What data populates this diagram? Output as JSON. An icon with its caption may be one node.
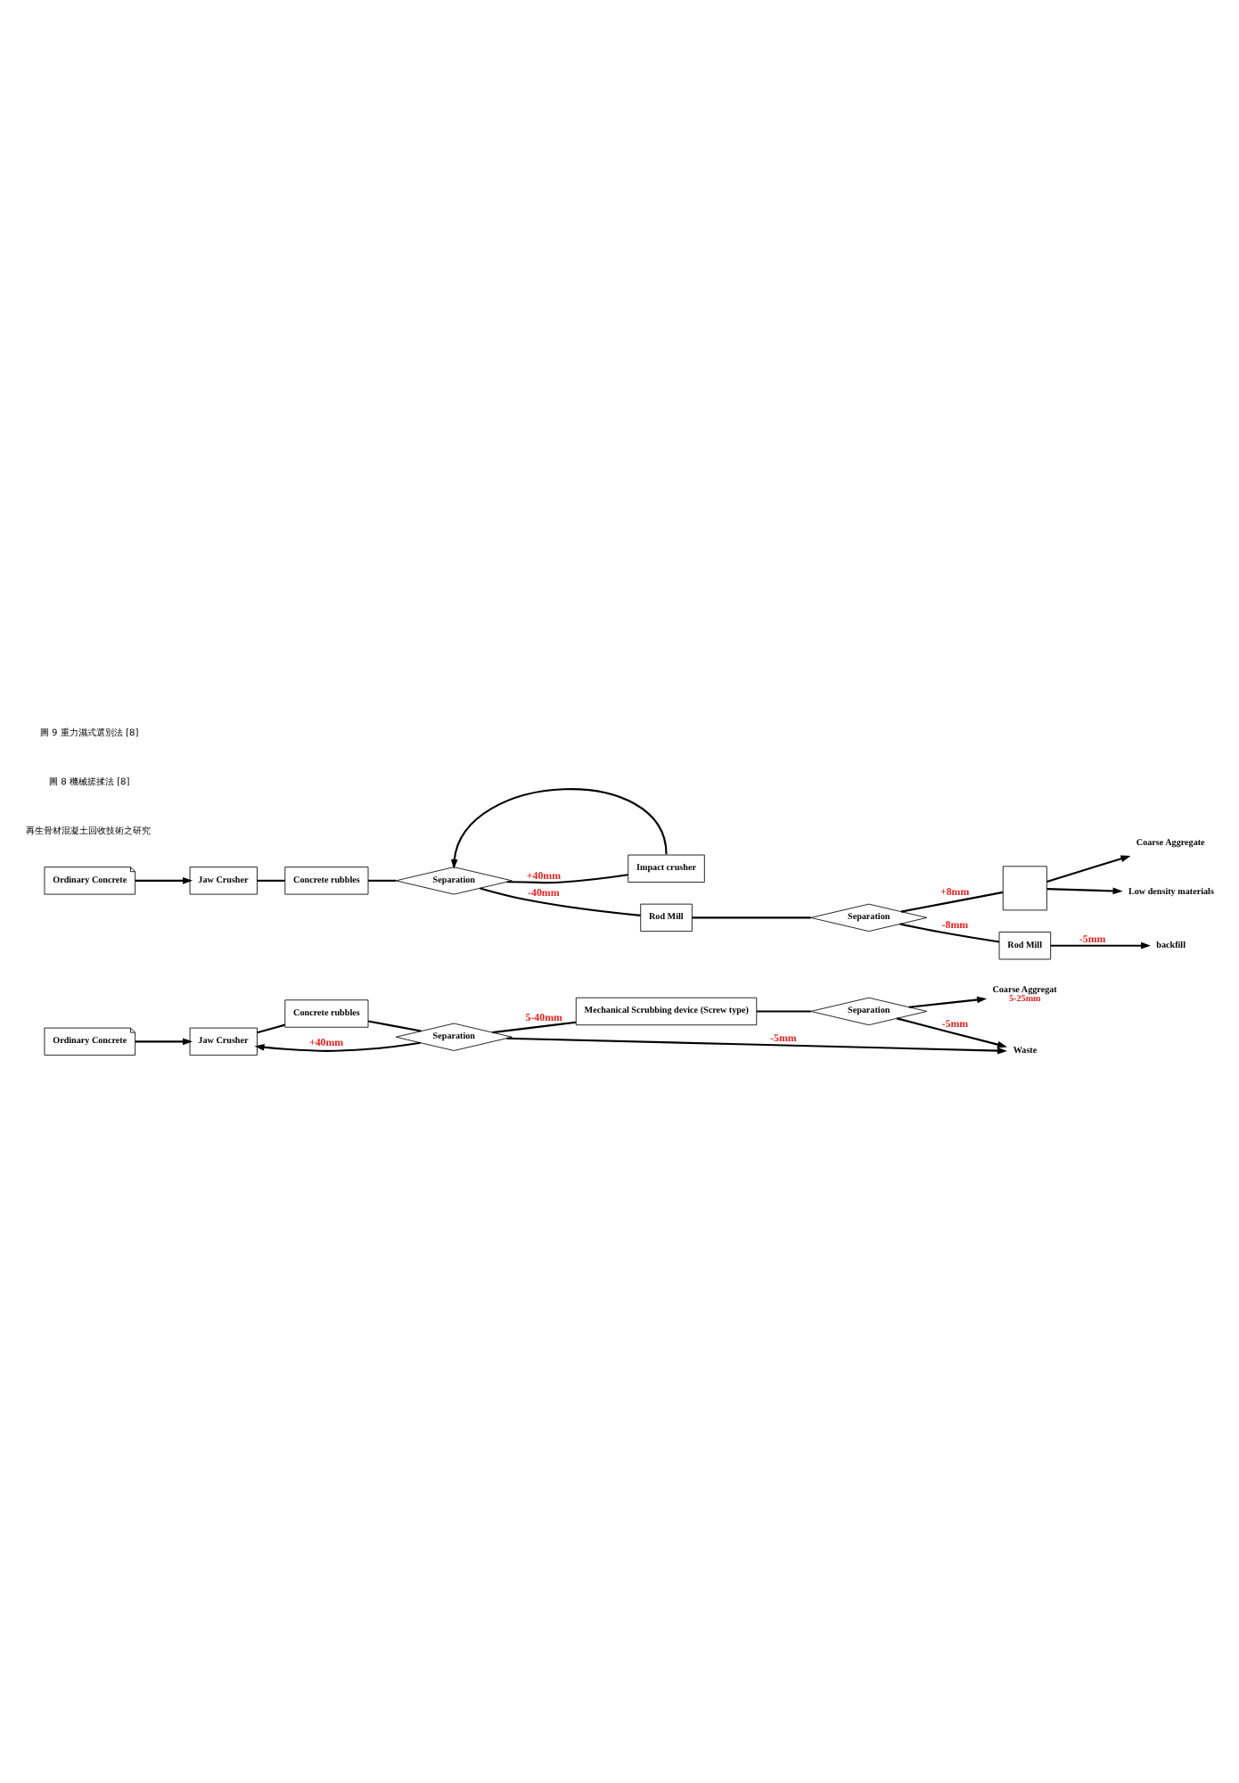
{
  "diagram": {
    "nodes": [
      {
        "text": [
          "Ordinary Concrete"
        ]
      },
      {
        "text": [
          "Jaw Crusher"
        ]
      },
      {
        "text": [
          "Concrete rubbles"
        ]
      },
      {
        "text": [
          "Separation"
        ]
      },
      {
        "text": [
          "Mechanical Scrubbing device (Screw type)"
        ]
      },
      {
        "text": [
          "Separation"
        ]
      },
      {
        "text": [
          "Coarse Aggregat"
        ],
        "beside": [
          "5-25mm"
        ]
      },
      {
        "text": [
          "Waste"
        ]
      },
      {
        "text": [
          "Ordinary Concrete"
        ]
      },
      {
        "text": [
          "Jaw Crusher"
        ]
      },
      {
        "text": [
          "Concrete rubbles"
        ]
      },
      {
        "text": [
          "Separation"
        ]
      },
      {
        "text": [
          "Impact crusher"
        ]
      },
      {
        "text": [
          "Rod Mill"
        ]
      },
      {
        "text": [
          "Separation"
        ]
      },
      {
        "text": [],
        "shape": "box"
      },
      {
        "text": [
          "Coarse Aggregate"
        ]
      },
      {
        "text": [
          "Low density materials"
        ]
      },
      {
        "text": [
          "Rod Mill"
        ]
      },
      {
        "text": [
          "backfill"
        ]
      }
    ],
    "edges": [
      {
        "from": 0,
        "to": 1,
        "arrow": "to"
      },
      {
        "from": 1,
        "to": 2,
        "arrow": "none"
      },
      {
        "from": 2,
        "to": 3,
        "arrow": "none"
      },
      {
        "from": 3,
        "to": 1,
        "arrow": "to",
        "label": "+40mm"
      },
      {
        "from": 3,
        "to": 4,
        "arrow": "none",
        "label": "5-40mm"
      },
      {
        "from": 3,
        "to": 7,
        "arrow": "to",
        "label": "-5mm"
      },
      {
        "from": 4,
        "to": 5,
        "arrow": "none"
      },
      {
        "from": 5,
        "to": 6,
        "arrow": "to"
      },
      {
        "from": 5,
        "to": 7,
        "arrow": "to",
        "label": "-5mm"
      },
      {
        "from": 8,
        "to": 9,
        "arrow": "to"
      },
      {
        "from": 9,
        "to": 10,
        "arrow": "none"
      },
      {
        "from": 10,
        "to": 11,
        "arrow": "none"
      },
      {
        "from": 11,
        "to": 12,
        "arrow": "none",
        "label": "+40mm"
      },
      {
        "from": 12,
        "to": 11,
        "arrow": "to"
      },
      {
        "from": 11,
        "to": 13,
        "arrow": "none",
        "label": "-40mm"
      },
      {
        "from": 13,
        "to": 14,
        "arrow": "none"
      },
      {
        "from": 14,
        "to": 15,
        "arrow": "none",
        "label": "+8mm"
      },
      {
        "from": 15,
        "to": 16,
        "arrow": "to"
      },
      {
        "from": 15,
        "to": 17,
        "arrow": "to"
      },
      {
        "from": 14,
        "to": 18,
        "arrow": "none",
        "label": "-8mm"
      },
      {
        "from": 18,
        "to": 19,
        "arrow": "to",
        "label": "-5mm"
      }
    ],
    "labels": [
      "再生骨材混凝土回收技術之研究",
      "圖 8 機械搓揉法 [8]",
      "圖 9 重力濕式選別法 [8]"
    ]
  }
}
